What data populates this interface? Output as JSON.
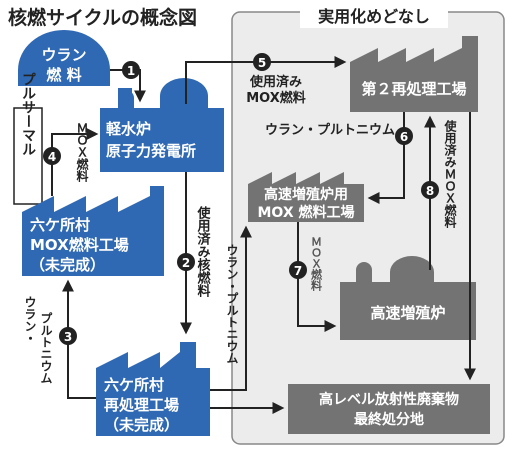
{
  "title": "核燃サイクルの概念図",
  "panel_label": "実用化めどなし",
  "nodes": {
    "uranium_ore": [
      "ウラン",
      "燃 料"
    ],
    "light_water_reactor": [
      "軽水炉",
      "原子力発電所"
    ],
    "rokkasho_mox_plant": [
      "六ケ所村",
      "MOX燃料工場",
      "（未完成）"
    ],
    "rokkasho_reprocessing": [
      "六ケ所村",
      "再処理工場",
      "（未完成）"
    ],
    "second_reprocessing": "第２再処理工場",
    "fbr_mox_plant": [
      "高速増殖炉用",
      "MOX 燃料工場"
    ],
    "fast_breeder": "高速増殖炉",
    "hlw_disposal": [
      "高レベル放射性廃棄物",
      "最終処分地"
    ]
  },
  "labels": {
    "pluthermal": "プルサーマル",
    "used_mox_top": [
      "使用済み",
      "MOX燃料"
    ],
    "mox_fuel_4": "ＭＯＸ燃料",
    "used_nuclear_fuel": "使用済み核燃料",
    "uranium_plutonium_left": [
      "ウラン・",
      "プルトニウム"
    ],
    "uranium_plutonium_mid": "ウラン・プルトニウム",
    "uranium_plutonium_panel": "ウラン・プルトニウム",
    "mox_fuel_7": "ＭＯＸ燃料",
    "used_mox_8": "使用済みＭＯＸ燃料"
  },
  "steps": [
    "1",
    "2",
    "3",
    "4",
    "5",
    "6",
    "7",
    "8"
  ],
  "colors": {
    "blue": "#2f68b3",
    "gray": "#737373",
    "panel": "#ececec",
    "ink": "#222222"
  }
}
